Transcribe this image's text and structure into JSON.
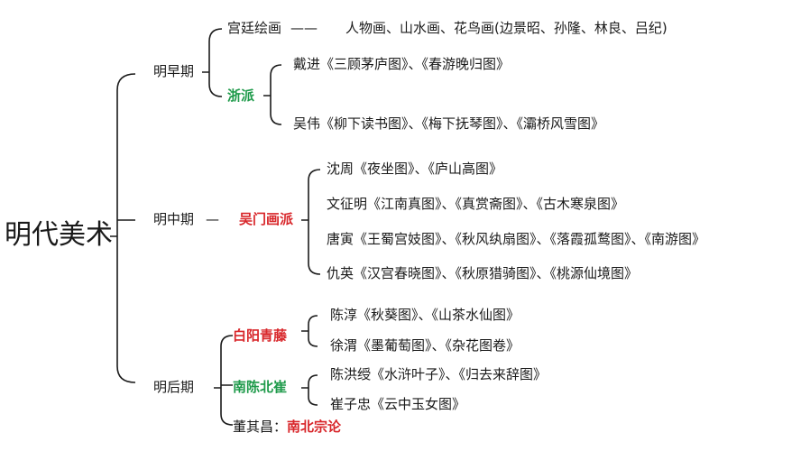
{
  "colors": {
    "line": "#1a1a1a",
    "green": "#1e9a4a",
    "red": "#d8262a"
  },
  "root": "明代美术",
  "early": {
    "label": "明早期",
    "court": {
      "label": "宫廷绘画",
      "dash": "——",
      "detail": "人物画、山水画、花鸟画(边景昭、孙隆、林良、吕纪)"
    },
    "zhe": {
      "label": "浙派",
      "items": [
        "戴进《三顾茅庐图》、《春游晚归图》",
        "吴伟《柳下读书图》、《梅下抚琴图》、《灞桥风雪图》"
      ]
    }
  },
  "middle": {
    "label": "明中期",
    "dash": "—",
    "wu": {
      "label": "吴门画派",
      "items": [
        "沈周《夜坐图》、《庐山高图》",
        "文征明《江南真图》、《真赏斋图》、《古木寒泉图》",
        "唐寅《王蜀宫妓图》、《秋风纨扇图》、《落霞孤鹜图》、《南游图》",
        "仇英《汉宫春晓图》、《秋原猎骑图》、《桃源仙境图》"
      ]
    }
  },
  "late": {
    "label": "明后期",
    "baiyang": {
      "label": "白阳青藤",
      "items": [
        "陈淳《秋葵图》、《山茶水仙图》",
        "徐渭《墨葡萄图》、《杂花图卷》"
      ]
    },
    "nanchen": {
      "label": "南陈北崔",
      "items": [
        "陈洪绶《水浒叶子》、《归去来辞图》",
        "崔子忠《云中玉女图》"
      ]
    },
    "dong": {
      "prefix": "董其昌：",
      "highlight": "南北宗论"
    }
  }
}
